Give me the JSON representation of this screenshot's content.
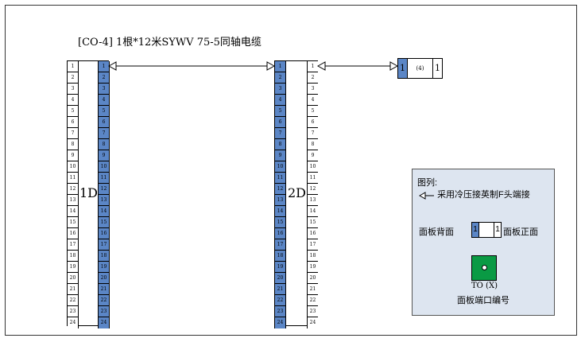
{
  "title": "[CO-4] 1根*12米SYWV 75-5同轴电缆",
  "panels": [
    {
      "label": "1D"
    },
    {
      "label": "2D"
    }
  ],
  "numbers": [
    "1",
    "2",
    "3",
    "4",
    "5",
    "6",
    "7",
    "8",
    "9",
    "10",
    "11",
    "12",
    "13",
    "14",
    "15",
    "16",
    "17",
    "18",
    "19",
    "20",
    "21",
    "22",
    "23",
    "24"
  ],
  "faceplate": {
    "back_num": "1",
    "middle": "(4)",
    "front_num": "1"
  },
  "legend": {
    "title": "图列:",
    "arrow_desc": "采用冷压接英制F头端接",
    "back_label": "面板背面",
    "front_label": "面板正面",
    "box_back_num": "1",
    "box_front_num": "1",
    "to_label": "TO (X)",
    "port_label": "面板端口编号"
  },
  "colors": {
    "port_blue": "#5b86c6",
    "jack_green": "#0a9a44",
    "legend_bg": "#dde5f0"
  }
}
